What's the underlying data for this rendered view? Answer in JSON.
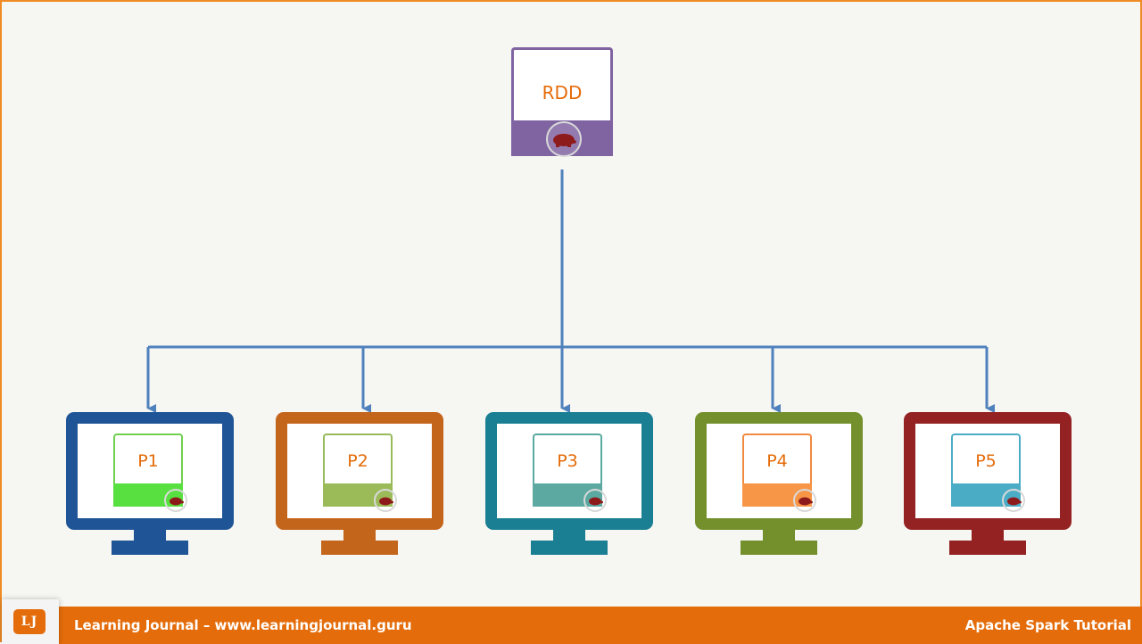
{
  "rdd": {
    "label": "RDD",
    "band_color": "#8064a2",
    "border_color": "#8064a2",
    "icon": "turtle-icon"
  },
  "partitions": [
    {
      "label": "P1",
      "monitor_color": "#1f5596",
      "part_border": "#70d050",
      "band_color": "#58e040"
    },
    {
      "label": "P2",
      "monitor_color": "#c4651c",
      "part_border": "#98bb5a",
      "band_color": "#9bbb59"
    },
    {
      "label": "P3",
      "monitor_color": "#1b7f94",
      "part_border": "#5aaaa0",
      "band_color": "#5ba9a1"
    },
    {
      "label": "P4",
      "monitor_color": "#74902c",
      "part_border": "#f08a40",
      "band_color": "#f79646"
    },
    {
      "label": "P5",
      "monitor_color": "#942222",
      "part_border": "#4bacc6",
      "band_color": "#4bacc6"
    }
  ],
  "connector_color": "#4f81bd",
  "label_color": "#e46c0a",
  "footer": {
    "left_text": "Learning Journal – www.learningjournal.guru",
    "right_text": "Apache Spark Tutorial",
    "logo_text": "LJ",
    "background": "#e46c0a"
  }
}
